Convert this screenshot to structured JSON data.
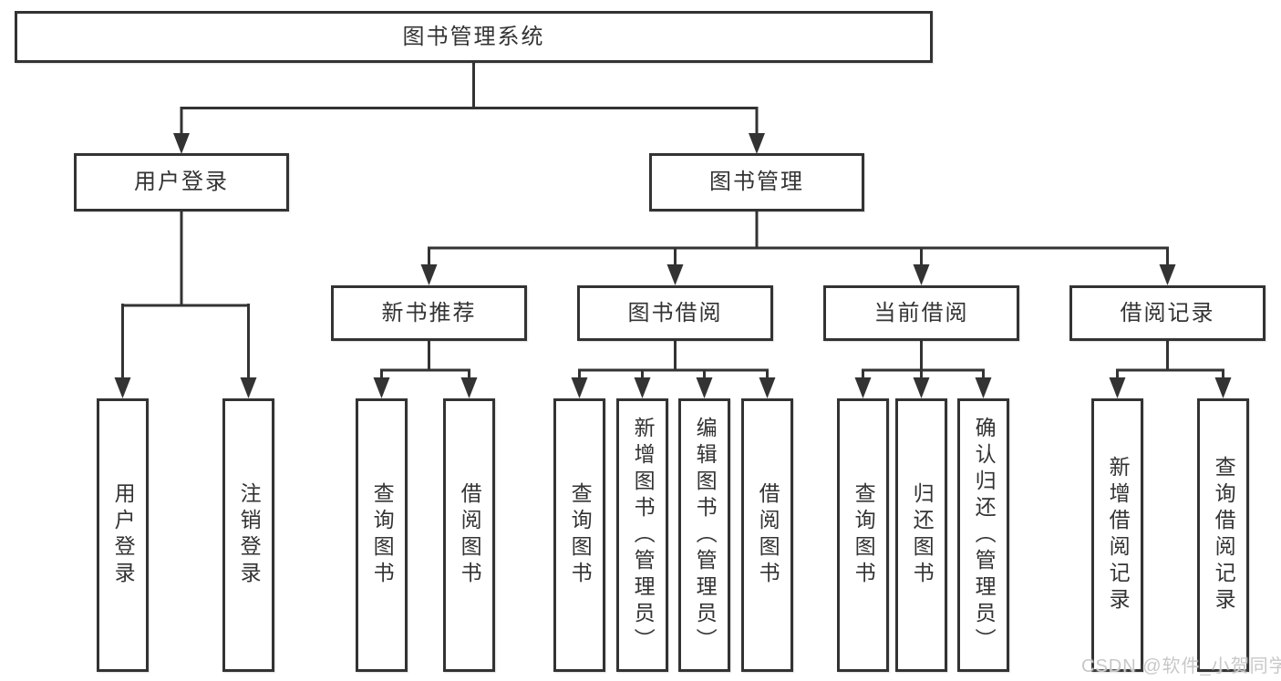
{
  "diagram": {
    "root": {
      "label": "图书管理系统"
    },
    "level2": [
      {
        "label": "用户登录"
      },
      {
        "label": "图书管理"
      }
    ],
    "level3": [
      {
        "label": "新书推荐"
      },
      {
        "label": "图书借阅"
      },
      {
        "label": "当前借阅"
      },
      {
        "label": "借阅记录"
      }
    ],
    "leaves": [
      {
        "group": "用户登录",
        "label": "用户登录"
      },
      {
        "group": "用户登录",
        "label": "注销登录"
      },
      {
        "group": "新书推荐",
        "label": "查询图书"
      },
      {
        "group": "新书推荐",
        "label": "借阅图书"
      },
      {
        "group": "图书借阅",
        "label": "查询图书"
      },
      {
        "group": "图书借阅",
        "label": "新增图书（管理员）"
      },
      {
        "group": "图书借阅",
        "label": "编辑图书（管理员）"
      },
      {
        "group": "图书借阅",
        "label": "借阅图书"
      },
      {
        "group": "当前借阅",
        "label": "查询图书"
      },
      {
        "group": "当前借阅",
        "label": "归还图书"
      },
      {
        "group": "当前借阅",
        "label": "确认归还（管理员）"
      },
      {
        "group": "借阅记录",
        "label": "新增借阅记录"
      },
      {
        "group": "借阅记录",
        "label": "查询借阅记录"
      }
    ]
  },
  "watermark": {
    "text": "CSDN @软件_小贺同学"
  },
  "colors": {
    "line": "#333333",
    "text": "#333333",
    "box_fill": "#ffffff",
    "watermark": "#c8c8c8"
  }
}
